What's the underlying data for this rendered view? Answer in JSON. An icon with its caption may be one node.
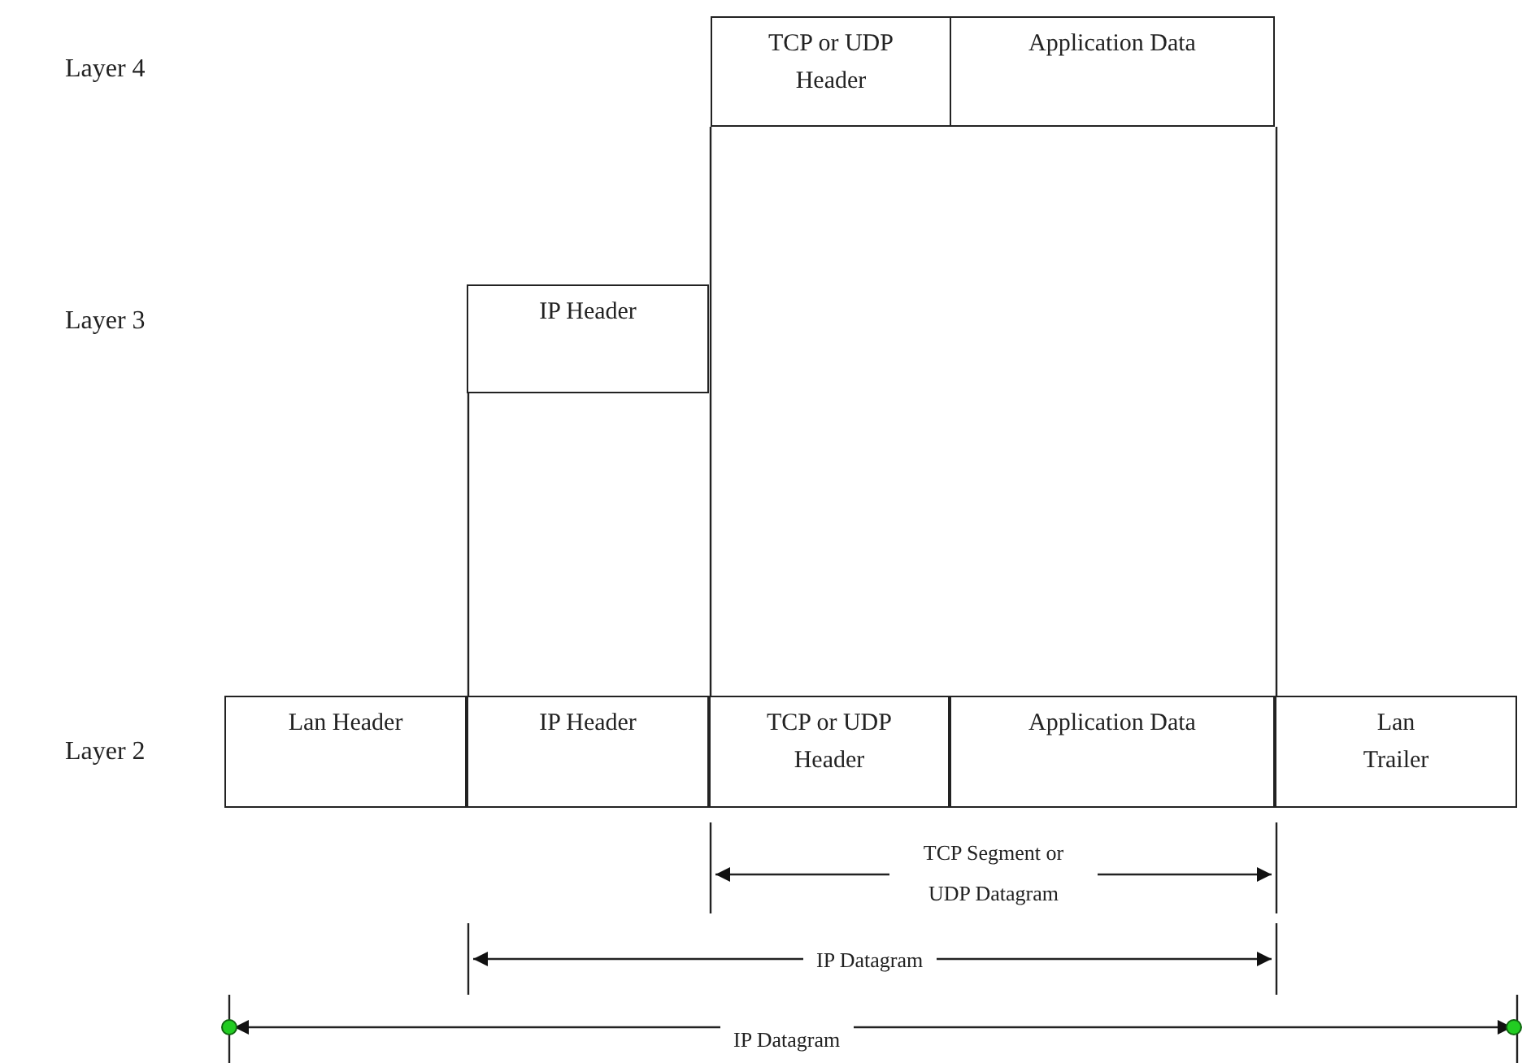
{
  "diagram": {
    "nodes": [
      {
        "text": [
          "TCP or UDP Header"
        ]
      },
      {
        "text": [
          "Application Data"
        ]
      },
      {
        "text": [
          "IP Header"
        ]
      },
      {
        "text": [
          "Lan Header"
        ]
      },
      {
        "text": [
          "IP Header"
        ]
      },
      {
        "text": [
          "TCP or UDP Header"
        ]
      },
      {
        "text": [
          "Application Data"
        ]
      },
      {
        "text": [
          "Lan Trailer"
        ]
      }
    ],
    "edges": [],
    "labels": [
      "Layer 4",
      "Layer 3",
      "Layer 2",
      "TCP Segment or UDP Datagram",
      "IP Datagram",
      "IP Datagram"
    ]
  }
}
